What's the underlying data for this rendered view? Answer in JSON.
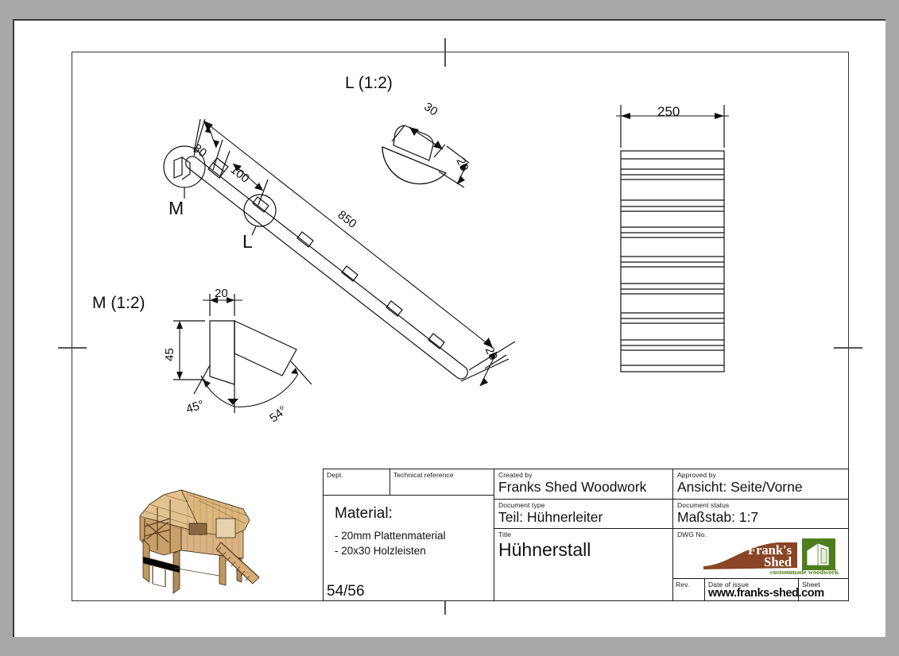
{
  "sheet": {
    "background_color": "#a8a8a8",
    "paper_color": "#ffffff"
  },
  "drawing": {
    "detail_l_label": "L (1:2)",
    "detail_m_label": "M (1:2)",
    "callout_m": "M",
    "callout_l": "L",
    "dimensions": {
      "ladder_rail_80": "80",
      "ladder_rung_spacing_100": "100",
      "ladder_length_850": "850",
      "ladder_thickness_20": "20",
      "detail_l_width_30": "30",
      "detail_l_height_20": "20",
      "detail_m_width_20": "20",
      "detail_m_height_45": "45",
      "detail_m_angle_45": "45°",
      "detail_m_angle_54": "54°",
      "top_view_width_250": "250"
    }
  },
  "title_block": {
    "dept": {
      "header": "Dept.",
      "value": ""
    },
    "technical_reference": {
      "header": "Technical reference",
      "value": ""
    },
    "material": {
      "title": "Material:",
      "items": [
        "- 20mm Plattenmaterial",
        "- 20x30 Holzleisten"
      ]
    },
    "created_by": {
      "header": "Created by",
      "value": "Franks Shed Woodwork"
    },
    "document_type": {
      "header": "Document type",
      "value": "Teil: Hühnerleiter"
    },
    "title": {
      "header": "Title",
      "value": "Hühnerstall"
    },
    "approved_by": {
      "header": "Approved by",
      "value": "Ansicht: Seite/Vorne"
    },
    "document_status": {
      "header": "Document status",
      "value": "Maßstab: 1:7"
    },
    "dwg_no": {
      "header": "DWG No.",
      "value": ""
    },
    "rev": {
      "header": "Rev.",
      "value": ""
    },
    "date_of_issue": {
      "header": "Date of issue",
      "value": "www.franks-shed.com"
    },
    "sheet": {
      "header": "Sheet",
      "value": "54/56"
    }
  },
  "logo": {
    "line1": "Frank's",
    "line2": "Shed",
    "tagline": "custommade woodwork",
    "brown": "#8a4526",
    "green": "#4f7d1e"
  }
}
